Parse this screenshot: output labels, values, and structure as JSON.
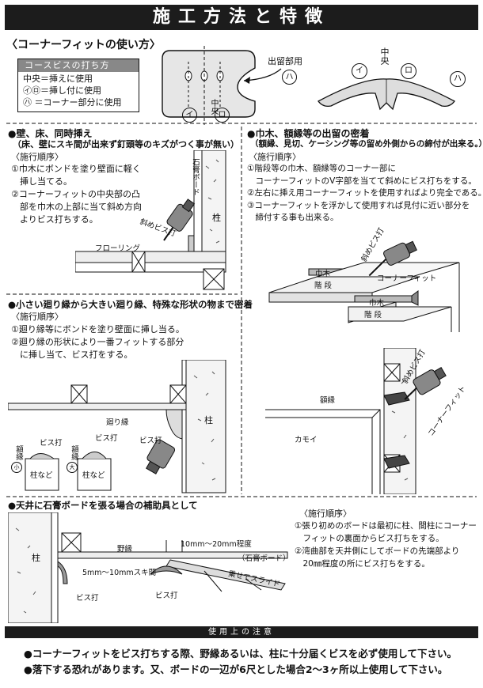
{
  "page_title": "施工方法と特徴",
  "usage": {
    "heading": "〈コーナーフィットの使い方〉",
    "legend_title": "コースビスの打ち方",
    "legend_rows": [
      "中央＝挿えに使用",
      "㋑㋺＝挿し付に使用",
      "㋩ ＝コーナー部分に使用"
    ],
    "label_corner": "出留部用",
    "label_center": "中央",
    "marks": {
      "i": "イ",
      "ro": "ロ",
      "ha": "ハ"
    }
  },
  "sec1": {
    "title": "●壁、床、同時挿え",
    "subtitle": "（床、壁にスキ間が出来ず釘頭等のキズがつく事が無い）",
    "steps_heading": "〈施行順序〉",
    "steps": [
      "①巾木にボンドを塗り壁面に軽く",
      "　挿し当てる。",
      "②コーナーフィットの中央部の凸",
      "　部を巾木の上部に当て斜め方向",
      "　よりビス打ちする。"
    ],
    "labels": {
      "board": "石膏ボード",
      "pillar": "柱",
      "screw": "斜めビス打",
      "floor": "フローリング"
    }
  },
  "sec2": {
    "title": "●巾木、額縁等の出留の密着",
    "subtitle": "（額縁、見切、ケーシング等の留め外側からの締付が出来る。）",
    "steps_heading": "〈施行順序〉",
    "steps": [
      "①階段等の巾木、額縁等のコーナー部に",
      "　コーナーフィットのV字部を当てて斜めにビス打ちをする。",
      "②左右に挿え用コーナーフィットを使用すればより完全である。",
      "③コーナーフィットを浮かして使用すれば見付に近い部分を",
      "　締付する事も出来る。"
    ],
    "labels": {
      "screw": "斜めビス打",
      "baseboard1": "巾木",
      "stairs1": "階段",
      "fit": "コーナーフィット",
      "baseboard2": "巾木",
      "stairs2": "階段"
    }
  },
  "sec3": {
    "title": "●小さい廻り縁から大きい廻り縁、特殊な形状の物まで密着",
    "steps_heading": "〈施行順序〉",
    "steps": [
      "①廻り縁等にボンドを塗り壁面に挿し当る。",
      "②廻り縁の形状により一番フィットする部分",
      "　に挿し当て、ビス打をする。"
    ],
    "labels": {
      "molding": "廻り縁",
      "pillar": "柱",
      "screw": "ビス打",
      "screw2": "ビス打",
      "screw3": "ビス打",
      "frame_small": "額縁",
      "small": "小",
      "large": "大",
      "frame_large": "額縁",
      "pillar_etc1": "柱など",
      "pillar_etc2": "柱など"
    }
  },
  "sec4": {
    "labels": {
      "screw": "斜めビス打",
      "frame": "額縁",
      "kamoi": "カモイ",
      "fit": "コーナーフィット"
    }
  },
  "sec5": {
    "title": "●天井に石膏ボードを張る場合の補助具として",
    "steps_heading": "〈施行順序〉",
    "steps": [
      "①張り初めのボードは最初に柱、間柱にコーナー",
      "　フィットの裏面からビス打ちをする。",
      "②湾曲部を天井側にしてボードの先端部より",
      "　20㎜程度の所にビス打ちをする。"
    ],
    "labels": {
      "pillar": "柱",
      "ceiling": "野縁",
      "gap_range": "10mm〜20mm程度",
      "board": "（石膏ボード）",
      "gap": "5mm〜10mmスキ間",
      "screw_left": "ビス打",
      "screw": "ビス打",
      "slide": "乗せてスライド"
    }
  },
  "notes": {
    "heading": "使用上の注意",
    "items": [
      "●コーナーフィットをビス打ちする際、野縁あるいは、柱に十分届くビスを必ず使用して下さい。",
      "●落下する恐れがあります。又、ボードの一辺が6尺とした場合2〜3ヶ所以上使用して下さい。"
    ]
  }
}
